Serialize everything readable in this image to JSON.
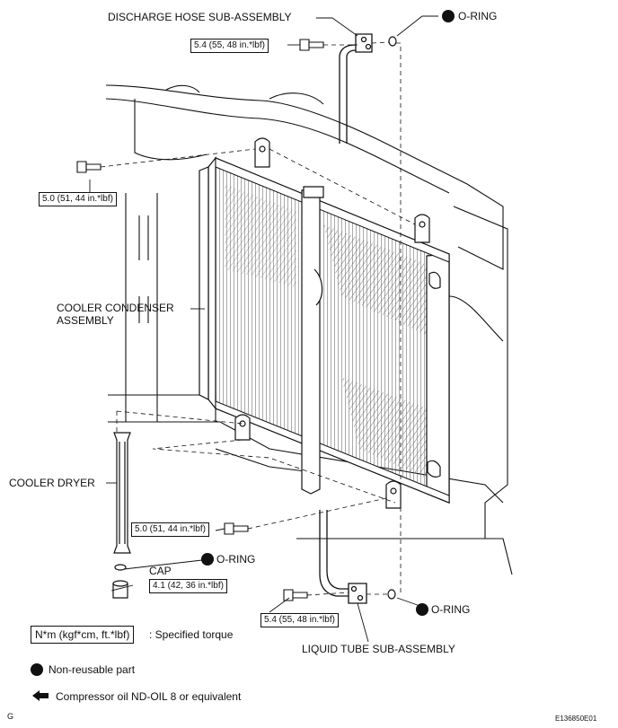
{
  "labels": {
    "discharge_hose": "DISCHARGE HOSE SUB-ASSEMBLY",
    "o_ring_top": "O-RING",
    "cooler_condenser": [
      "COOLER CONDENSER",
      "ASSEMBLY"
    ],
    "cooler_dryer": "COOLER DRYER",
    "o_ring_mid": "O-RING",
    "cap": "CAP",
    "o_ring_bottom": "O-RING",
    "liquid_tube": "LIQUID TUBE SUB-ASSEMBLY"
  },
  "torques": {
    "discharge_bolt": "5.4 (55, 48 in.*lbf)",
    "upper_bracket": "5.0 (51, 44 in.*lbf)",
    "lower_bracket": "5.0 (51, 44 in.*lbf)",
    "cap": "4.1 (42, 36 in.*lbf)",
    "liquid_tube_bolt": "5.4 (55, 48 in.*lbf)"
  },
  "legend": {
    "torque_box": "N*m (kgf*cm, ft.*lbf)",
    "torque_desc": ": Specified torque",
    "non_reusable": "Non-reusable part",
    "oil": "Compressor oil ND-OIL 8 or equivalent"
  },
  "footer": {
    "left_mark": "G",
    "figure_id": "E136850E01"
  },
  "colors": {
    "ink": "#111111",
    "paper": "#ffffff"
  },
  "icons": [
    "o-ring-dot-icon",
    "oil-arrow-icon",
    "bolt-icon"
  ]
}
